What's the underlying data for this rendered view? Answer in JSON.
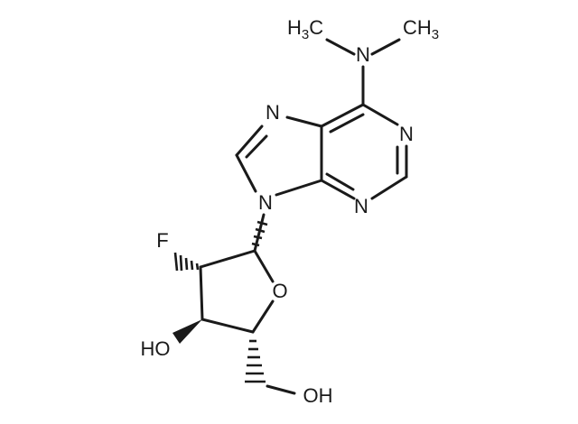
{
  "molecule": {
    "atoms": {
      "n_dimethyl": "N",
      "methyl_left": {
        "main": "H",
        "sub": "3",
        "tail": "C"
      },
      "methyl_right": {
        "main": "CH",
        "sub": "3"
      },
      "n7": "N",
      "n1": "N",
      "n9": "N",
      "n3": "N",
      "fluorine": "F",
      "ring_oxygen": "O",
      "hydroxyl_3": "HO",
      "hydroxyl_5": "OH"
    }
  }
}
